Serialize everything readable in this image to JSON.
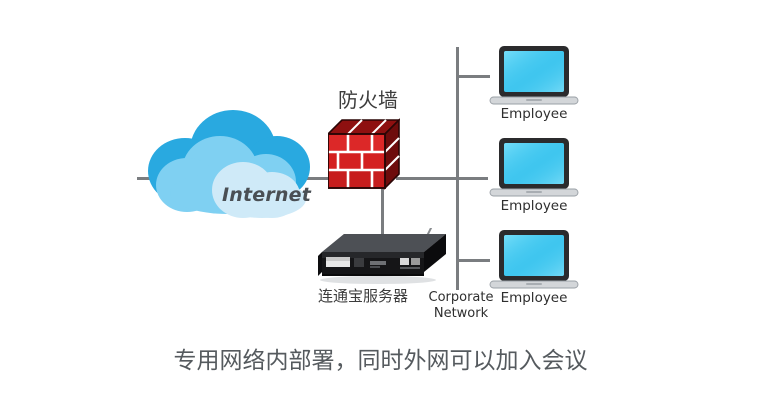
{
  "diagram": {
    "background_color": "#ffffff",
    "line_color": "#7a7d80",
    "caption": "专用网络内部署，同时外网可以加入会议",
    "cloud": {
      "label": "Internet",
      "colors": {
        "back": "#29a9e0",
        "mid": "#7fd0f2",
        "front": "#cfeaf8"
      }
    },
    "firewall": {
      "label": "防火墙",
      "icon": "brick-wall-icon",
      "colors": {
        "face": "#e02626",
        "face_dark": "#b01616",
        "top": "#8e1010",
        "side": "#6e0c0c",
        "mortar": "#ffffff",
        "outline": "#2b0606"
      }
    },
    "server": {
      "label": "连通宝服务器",
      "icon": "rack-server-icon",
      "colors": {
        "front": "#1a1a1c",
        "top": "#3d3f44",
        "side": "#0e0e10",
        "led": "#cfcfcf"
      }
    },
    "network": {
      "label_line1": "Corporate",
      "label_line2": "Network"
    },
    "endpoints": [
      {
        "label": "Employee",
        "icon": "laptop-icon"
      },
      {
        "label": "Employee",
        "icon": "laptop-icon"
      },
      {
        "label": "Employee",
        "icon": "laptop-icon"
      }
    ],
    "laptop_colors": {
      "bezel": "#2b2b2d",
      "screen_top": "#3fc6ef",
      "screen_bottom": "#8fe0f8",
      "base": "#d3d6d9",
      "base_edge": "#9aa0a6"
    }
  }
}
